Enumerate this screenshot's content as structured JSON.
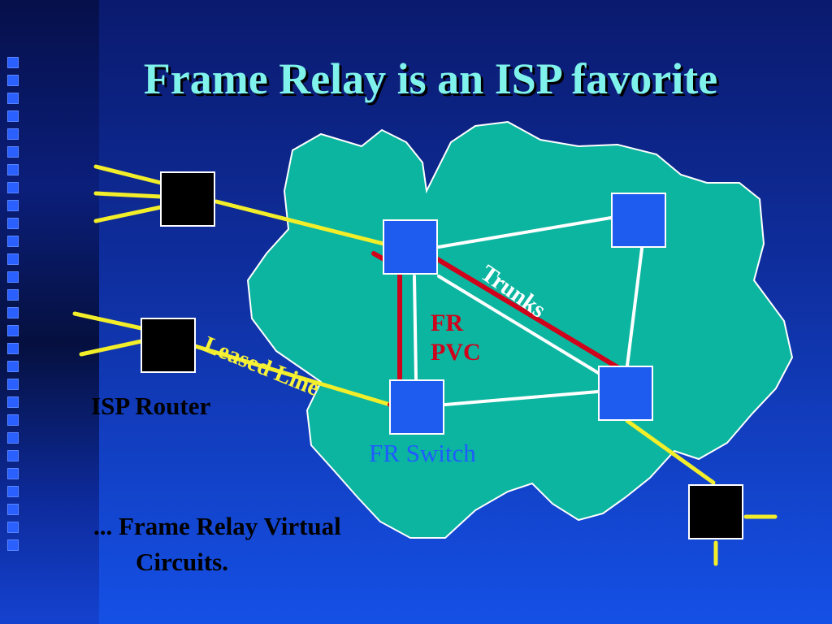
{
  "slide": {
    "title": "Frame Relay is an ISP favorite",
    "caption_line1": "... Frame Relay Virtual",
    "caption_line2": "Circuits."
  },
  "diagram": {
    "nodes": [
      {
        "id": "isp-router-top",
        "kind": "router"
      },
      {
        "id": "isp-router-mid",
        "kind": "router"
      },
      {
        "id": "router-bottom-right",
        "kind": "router"
      },
      {
        "id": "fr-switch-left",
        "kind": "switch"
      },
      {
        "id": "fr-switch-top-right",
        "kind": "switch"
      },
      {
        "id": "fr-switch-bottom-left",
        "kind": "switch"
      },
      {
        "id": "fr-switch-bottom-right",
        "kind": "switch"
      }
    ],
    "labels": {
      "isp_router": "ISP Router",
      "fr_switch": "FR Switch",
      "fr_pvc_1": "FR",
      "fr_pvc_2": "PVC",
      "leased_line": "Leased Line",
      "trunks": "Trunks"
    }
  },
  "colors": {
    "cloud": "#0cb5a0",
    "switch": "#1e5cf0",
    "router": "#000000",
    "leased_line": "#f3ee2a",
    "trunk": "#ffffff",
    "pvc": "#d0021b",
    "title": "#7ff2ec"
  }
}
